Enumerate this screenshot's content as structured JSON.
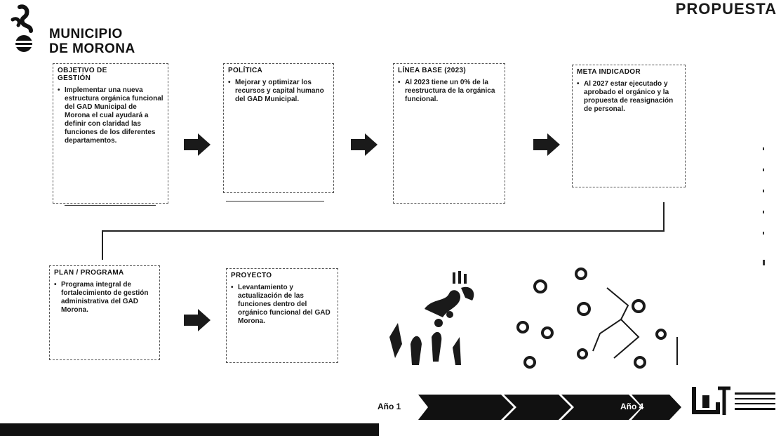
{
  "header": {
    "corner_title": "PROPUESTA",
    "logo_line1": "MUNICIPIO",
    "logo_line2": "DE MORONA"
  },
  "steps_row1": [
    {
      "title": "OBJETIVO DE\nGESTIÓN",
      "text": "Implementar una nueva estructura orgánica funcional del GAD Municipal de Morona el cual ayudará a definir con claridad las funciones de los diferentes departamentos."
    },
    {
      "title": "POLÍTICA",
      "text": "Mejorar y optimizar los recursos y capital humano del GAD Municipal."
    },
    {
      "title": "LÍNEA BASE (2023)",
      "text": "Al 2023 tiene un 0% de la reestructura de la orgánica funcional."
    },
    {
      "title": "META INDICADOR",
      "text": "Al 2027 estar ejecutado y aprobado el orgánico y la propuesta de reasignación de personal."
    }
  ],
  "steps_row2": [
    {
      "title": "PLAN / PROGRAMA",
      "text": "Programa integral de fortalecimiento de gestión administrativa del GAD Morona."
    },
    {
      "title": "PROYECTO",
      "text": "Levantamiento y actualización de las funciones dentro del orgánico funcional del GAD Morona."
    }
  ],
  "timeline": {
    "start_label": "Año 1",
    "end_label": "Año 4"
  },
  "colors": {
    "arrow": "#1a1a1a",
    "timeline": "#111111",
    "border": "#555555"
  },
  "icons": {
    "logo": "municipio-emblem-icon",
    "arrow": "right-arrow-icon",
    "footer": "institution-logo-icon"
  }
}
